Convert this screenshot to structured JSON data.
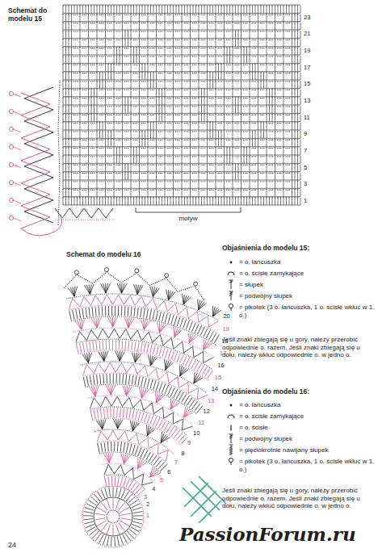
{
  "diagram": {
    "labels": [
      "Schemat do modelu 15",
      "23",
      "21",
      "19",
      "17",
      "15",
      "13",
      "11",
      "9",
      "7",
      "5",
      "3",
      "1",
      "motyw",
      "Schemat do modelu 16",
      "20",
      "19",
      "18",
      "17",
      "16",
      "15",
      "14",
      "13",
      "12",
      "11",
      "10",
      "9",
      "8",
      "7",
      "6",
      "5",
      "4",
      "3",
      "2",
      "1",
      "Objaśnienia do modelu 15:",
      "Jeśli znaki zbiegają się u góry, należy przerobić odpowiednie o. razem. Jeśli znaki zbiegają się u dołu, należy wkłuć odpowiednie o. w jedno o.",
      "Objaśnienia do modelu 16:",
      "Jeśli znaki zbiegają się u góry, należy przerobić odpowiednie o. razem. Jeśli znaki zbiegają się u dołu, należy wkłuć odpowiednie o. w jedno o.",
      "24",
      "PassionForum.ru"
    ],
    "legend": [
      {
        "text": "= o. łańcuszka"
      },
      {
        "text": "= o. ścisłe zamykające"
      },
      {
        "text": "= słupek"
      },
      {
        "text": "= podwójny słupek"
      },
      {
        "text": "= pikotek (3 o. łańcuszka, 1 o. ścisłe wkłuć w 1. o.)"
      },
      {
        "text": "= o. łańcuszka"
      },
      {
        "text": "= o. ścisłe zamykające"
      },
      {
        "text": "= o. ścisłe"
      },
      {
        "text": "= podwójny słupek"
      },
      {
        "text": "= pięciokrotnie nawijany słupek"
      },
      {
        "text": "= pikotek (3 o. łańcuszka, 1 o. ścisłe wkłuć w 1. o.)"
      }
    ]
  }
}
